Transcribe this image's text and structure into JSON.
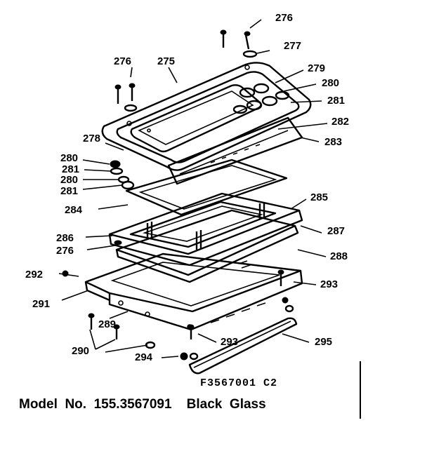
{
  "callouts": [
    {
      "id": "c276a",
      "text": "276"
    },
    {
      "id": "c277",
      "text": "277"
    },
    {
      "id": "c276b",
      "text": "276"
    },
    {
      "id": "c275",
      "text": "275"
    },
    {
      "id": "c279",
      "text": "279"
    },
    {
      "id": "c280a",
      "text": "280"
    },
    {
      "id": "c281a",
      "text": "281"
    },
    {
      "id": "c282",
      "text": "282"
    },
    {
      "id": "c278",
      "text": "278"
    },
    {
      "id": "c283",
      "text": "283"
    },
    {
      "id": "c280b",
      "text": "280"
    },
    {
      "id": "c281b",
      "text": "281"
    },
    {
      "id": "c280c",
      "text": "280"
    },
    {
      "id": "c281c",
      "text": "281"
    },
    {
      "id": "c285",
      "text": "285"
    },
    {
      "id": "c284",
      "text": "284"
    },
    {
      "id": "c287",
      "text": "287"
    },
    {
      "id": "c286",
      "text": "286"
    },
    {
      "id": "c276c",
      "text": "276"
    },
    {
      "id": "c288",
      "text": "288"
    },
    {
      "id": "c292",
      "text": "292"
    },
    {
      "id": "c293a",
      "text": "293"
    },
    {
      "id": "c291",
      "text": "291"
    },
    {
      "id": "c289",
      "text": "289"
    },
    {
      "id": "c293b",
      "text": "293"
    },
    {
      "id": "c295",
      "text": "295"
    },
    {
      "id": "c290",
      "text": "290"
    },
    {
      "id": "c294",
      "text": "294"
    }
  ],
  "drawing_number": "F3567001  C2",
  "model_line": "Model  No.  155.3567091    Black  Glass"
}
